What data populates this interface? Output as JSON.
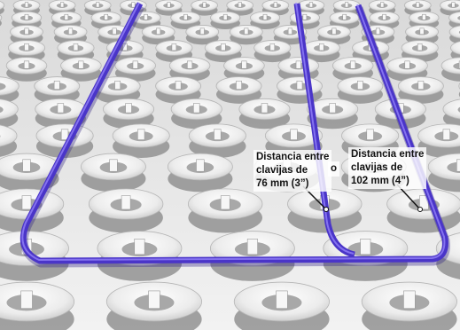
{
  "labels": {
    "spacing_a": {
      "lines": [
        "Distancia entre",
        "clavijas de",
        "76 mm (3”)"
      ]
    },
    "connector": "o",
    "spacing_b": {
      "lines": [
        "Distancia entre",
        "clavijas de",
        "102 mm (4”)"
      ]
    }
  },
  "colors": {
    "background": "#ffffff",
    "peg_top": "#f4f4f4",
    "peg_shadow": "#8c8c8c",
    "pipe": "#4a35c8",
    "pipe_highlight": "#9c8cff",
    "text": "#111111"
  }
}
